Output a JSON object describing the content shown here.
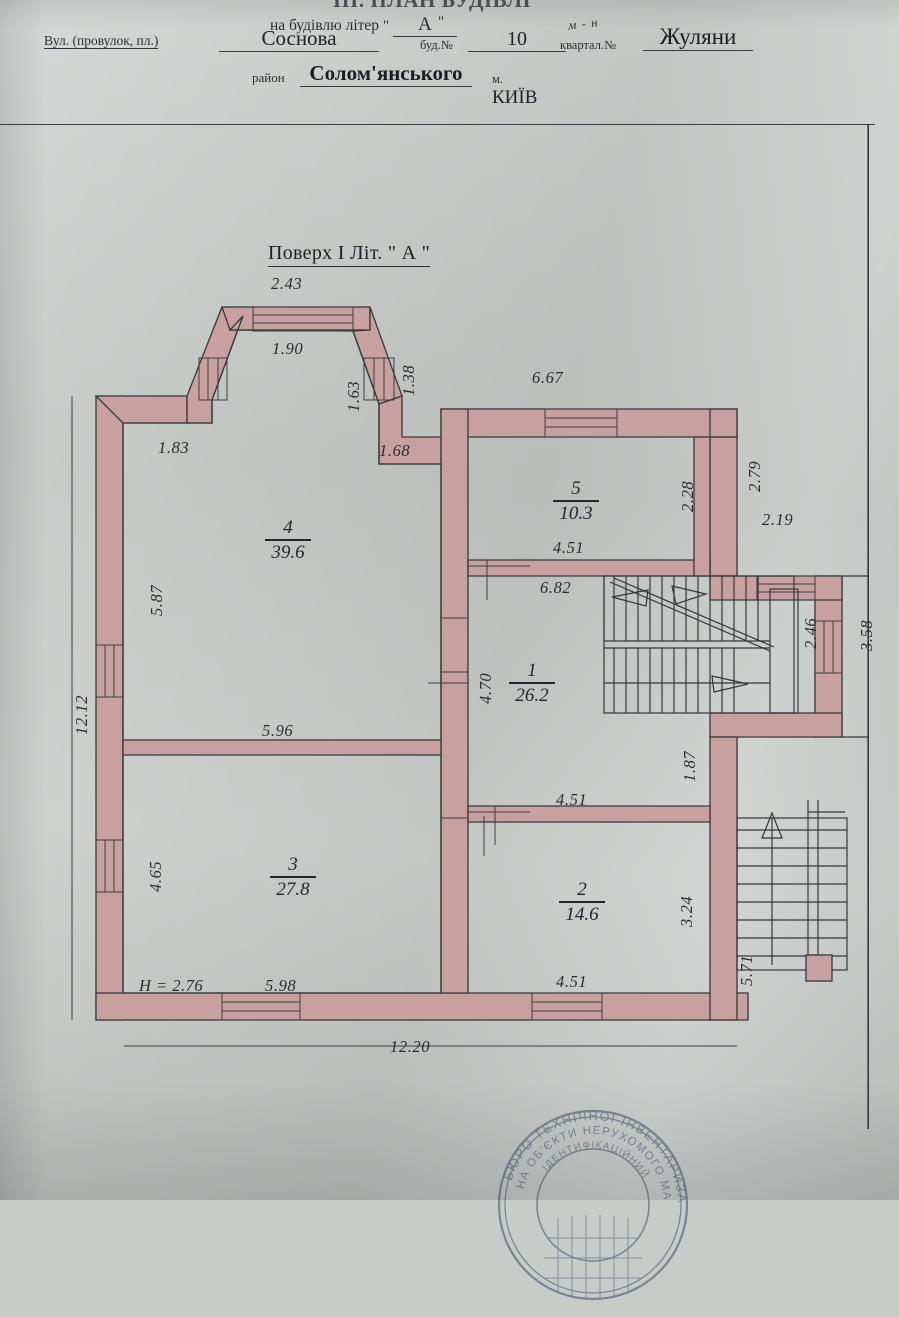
{
  "document": {
    "header_title_cut": "III. ПЛАН БУДІВЛІ",
    "building_letter_label": "на будівлю літер",
    "building_letter_value": "А",
    "quote_open": "\"",
    "quote_close": "\"",
    "street_label": "Вул. (провулок, пл.)",
    "street_value": "Соснова",
    "house_label": "буд.№",
    "house_value": "10",
    "quarter_label": "квартал.№",
    "quarter_value": "Жуляни",
    "quarter_handwritten_note": "м - н",
    "district_label": "район",
    "district_value": "Солом'янського",
    "city_label": "м.",
    "city_value": "КИЇВ"
  },
  "plan": {
    "title": "Поверх I  Літ. \" А \"",
    "height_note": "H = 2.76",
    "rooms": [
      {
        "id": "room-4",
        "number": "4",
        "area": "39.6"
      },
      {
        "id": "room-3",
        "number": "3",
        "area": "27.8"
      },
      {
        "id": "room-5",
        "number": "5",
        "area": "10.3"
      },
      {
        "id": "room-1",
        "number": "1",
        "area": "26.2"
      },
      {
        "id": "room-2",
        "number": "2",
        "area": "14.6"
      }
    ],
    "dimensions": {
      "bay_top": "2.43",
      "bay_window": "1.90",
      "bay_left_diag": "1.63",
      "bay_right_diag": "1.38",
      "room4_top_left": "1.83",
      "room4_top_right": "1.68",
      "room4_left": "5.87",
      "room4_bottom": "5.96",
      "left_overall": "12.12",
      "room3_left": "4.65",
      "room3_bottom": "5.98",
      "bottom_overall": "12.20",
      "room5_top": "6.67",
      "room5_right": "2.28",
      "right_upper": "2.79",
      "right_stair_top": "2.19",
      "room5_bottom": "4.51",
      "corridor_under_room5": "6.82",
      "stair_inner": "2.46",
      "right_block": "3.58",
      "room1_left": "4.70",
      "room1_bottom": "4.51",
      "right_mid": "1.87",
      "room2_right": "3.24",
      "room2_bottom": "4.51",
      "right_lower": "5.71"
    }
  },
  "stamp": {
    "outer_text": "БЮРО ТЕХНІЧНОЇ ІНВЕНТАРИЗАЦІЇ",
    "outer_text_2": "НА ОБ'ЄКТИ НЕРУХОМОГО МАЙНА",
    "inner_text": "ІДЕНТИФІКАЦІЙНИЙ"
  },
  "colors": {
    "paper": "#c7ccc9",
    "wall_fill": "#c9a0a0",
    "ink": "#2a2d2f",
    "line": "#3b3f42"
  }
}
